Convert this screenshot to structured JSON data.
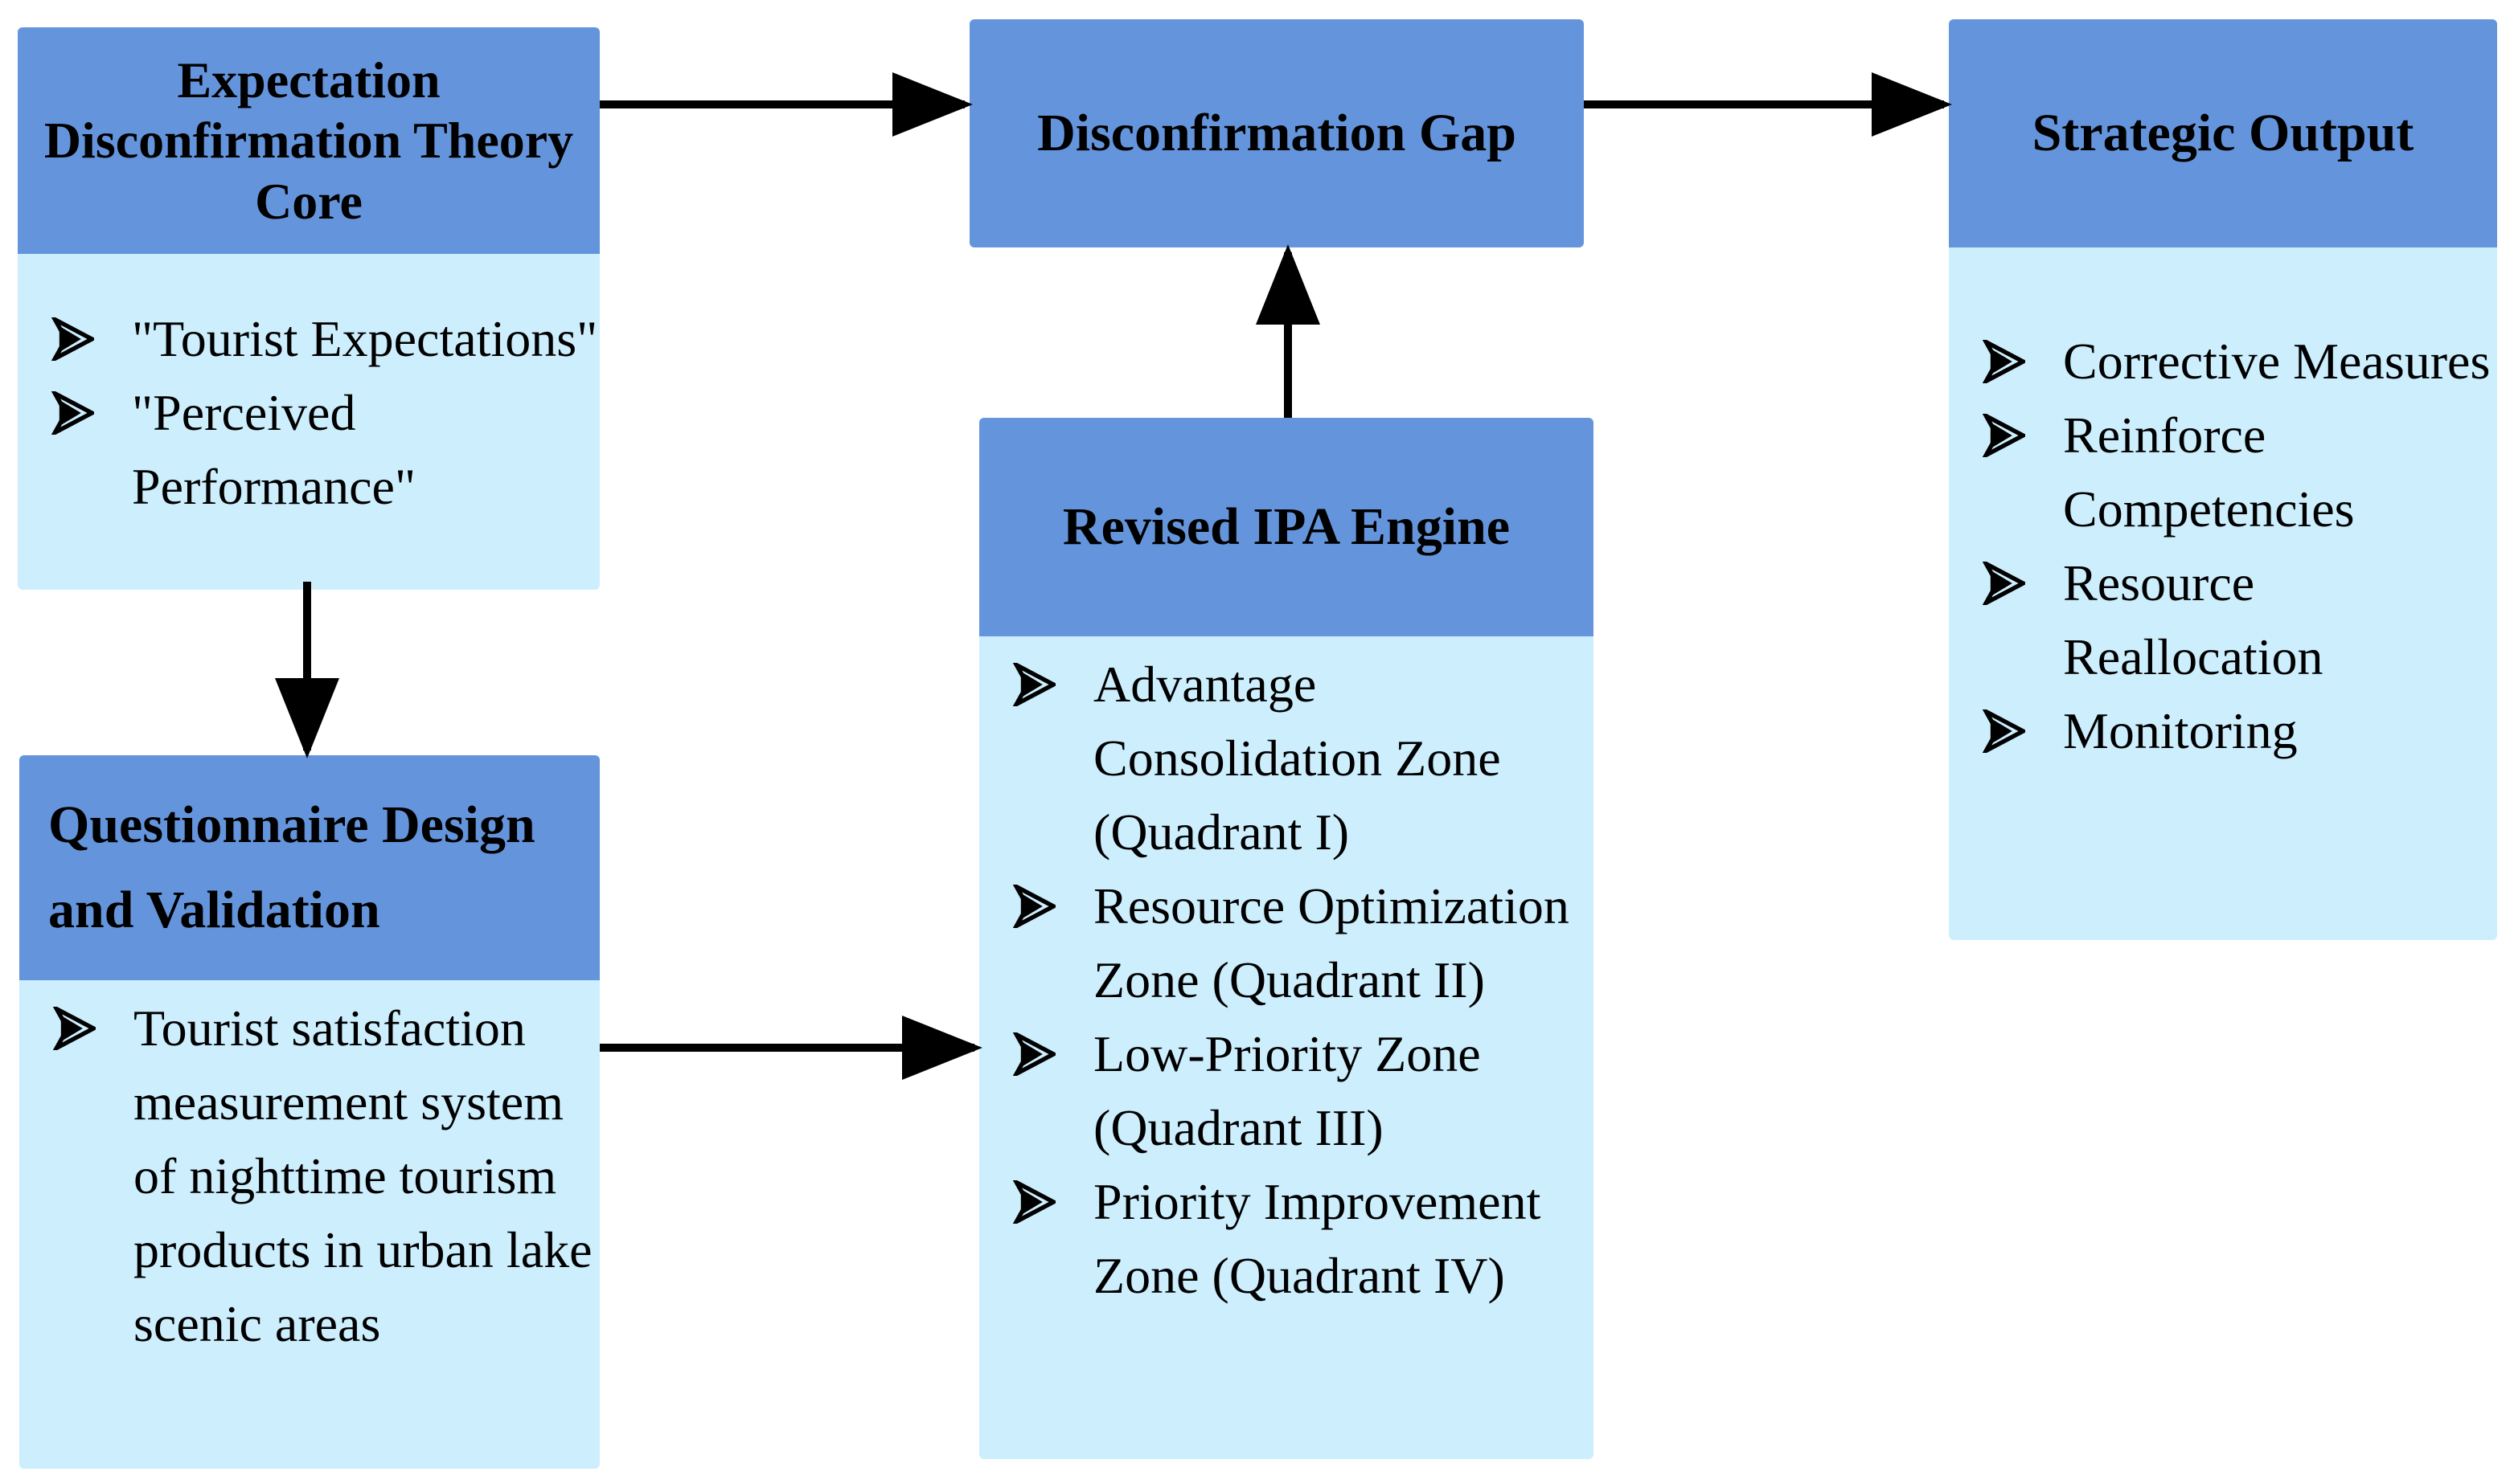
{
  "nodes": {
    "edt": {
      "title": "Expectation Disconfirmation Theory Core",
      "items": [
        "\"Tourist Expectations\"",
        "\"Perceived Performance\""
      ]
    },
    "questionnaire": {
      "title": "Questionnaire Design and Validation",
      "items": [
        "Tourist satisfaction measurement system of nighttime tourism products in urban lake scenic areas"
      ]
    },
    "gap": {
      "title": "Disconfirmation Gap"
    },
    "ipa": {
      "title": "Revised IPA Engine",
      "items": [
        "Advantage Consolidation Zone (Quadrant I)",
        "Resource Optimization Zone (Quadrant II)",
        "Low-Priority Zone (Quadrant III)",
        "Priority Improvement Zone (Quadrant IV)"
      ]
    },
    "output": {
      "title": "Strategic Output",
      "items": [
        "Corrective Measures",
        "Reinforce Competencies",
        "Resource Reallocation",
        "Monitoring"
      ]
    }
  },
  "colors": {
    "header": "#6495dc",
    "body": "#cdeefd",
    "arrow": "#000000"
  },
  "icons": {
    "bullet": "arrowhead-bullet-icon"
  }
}
